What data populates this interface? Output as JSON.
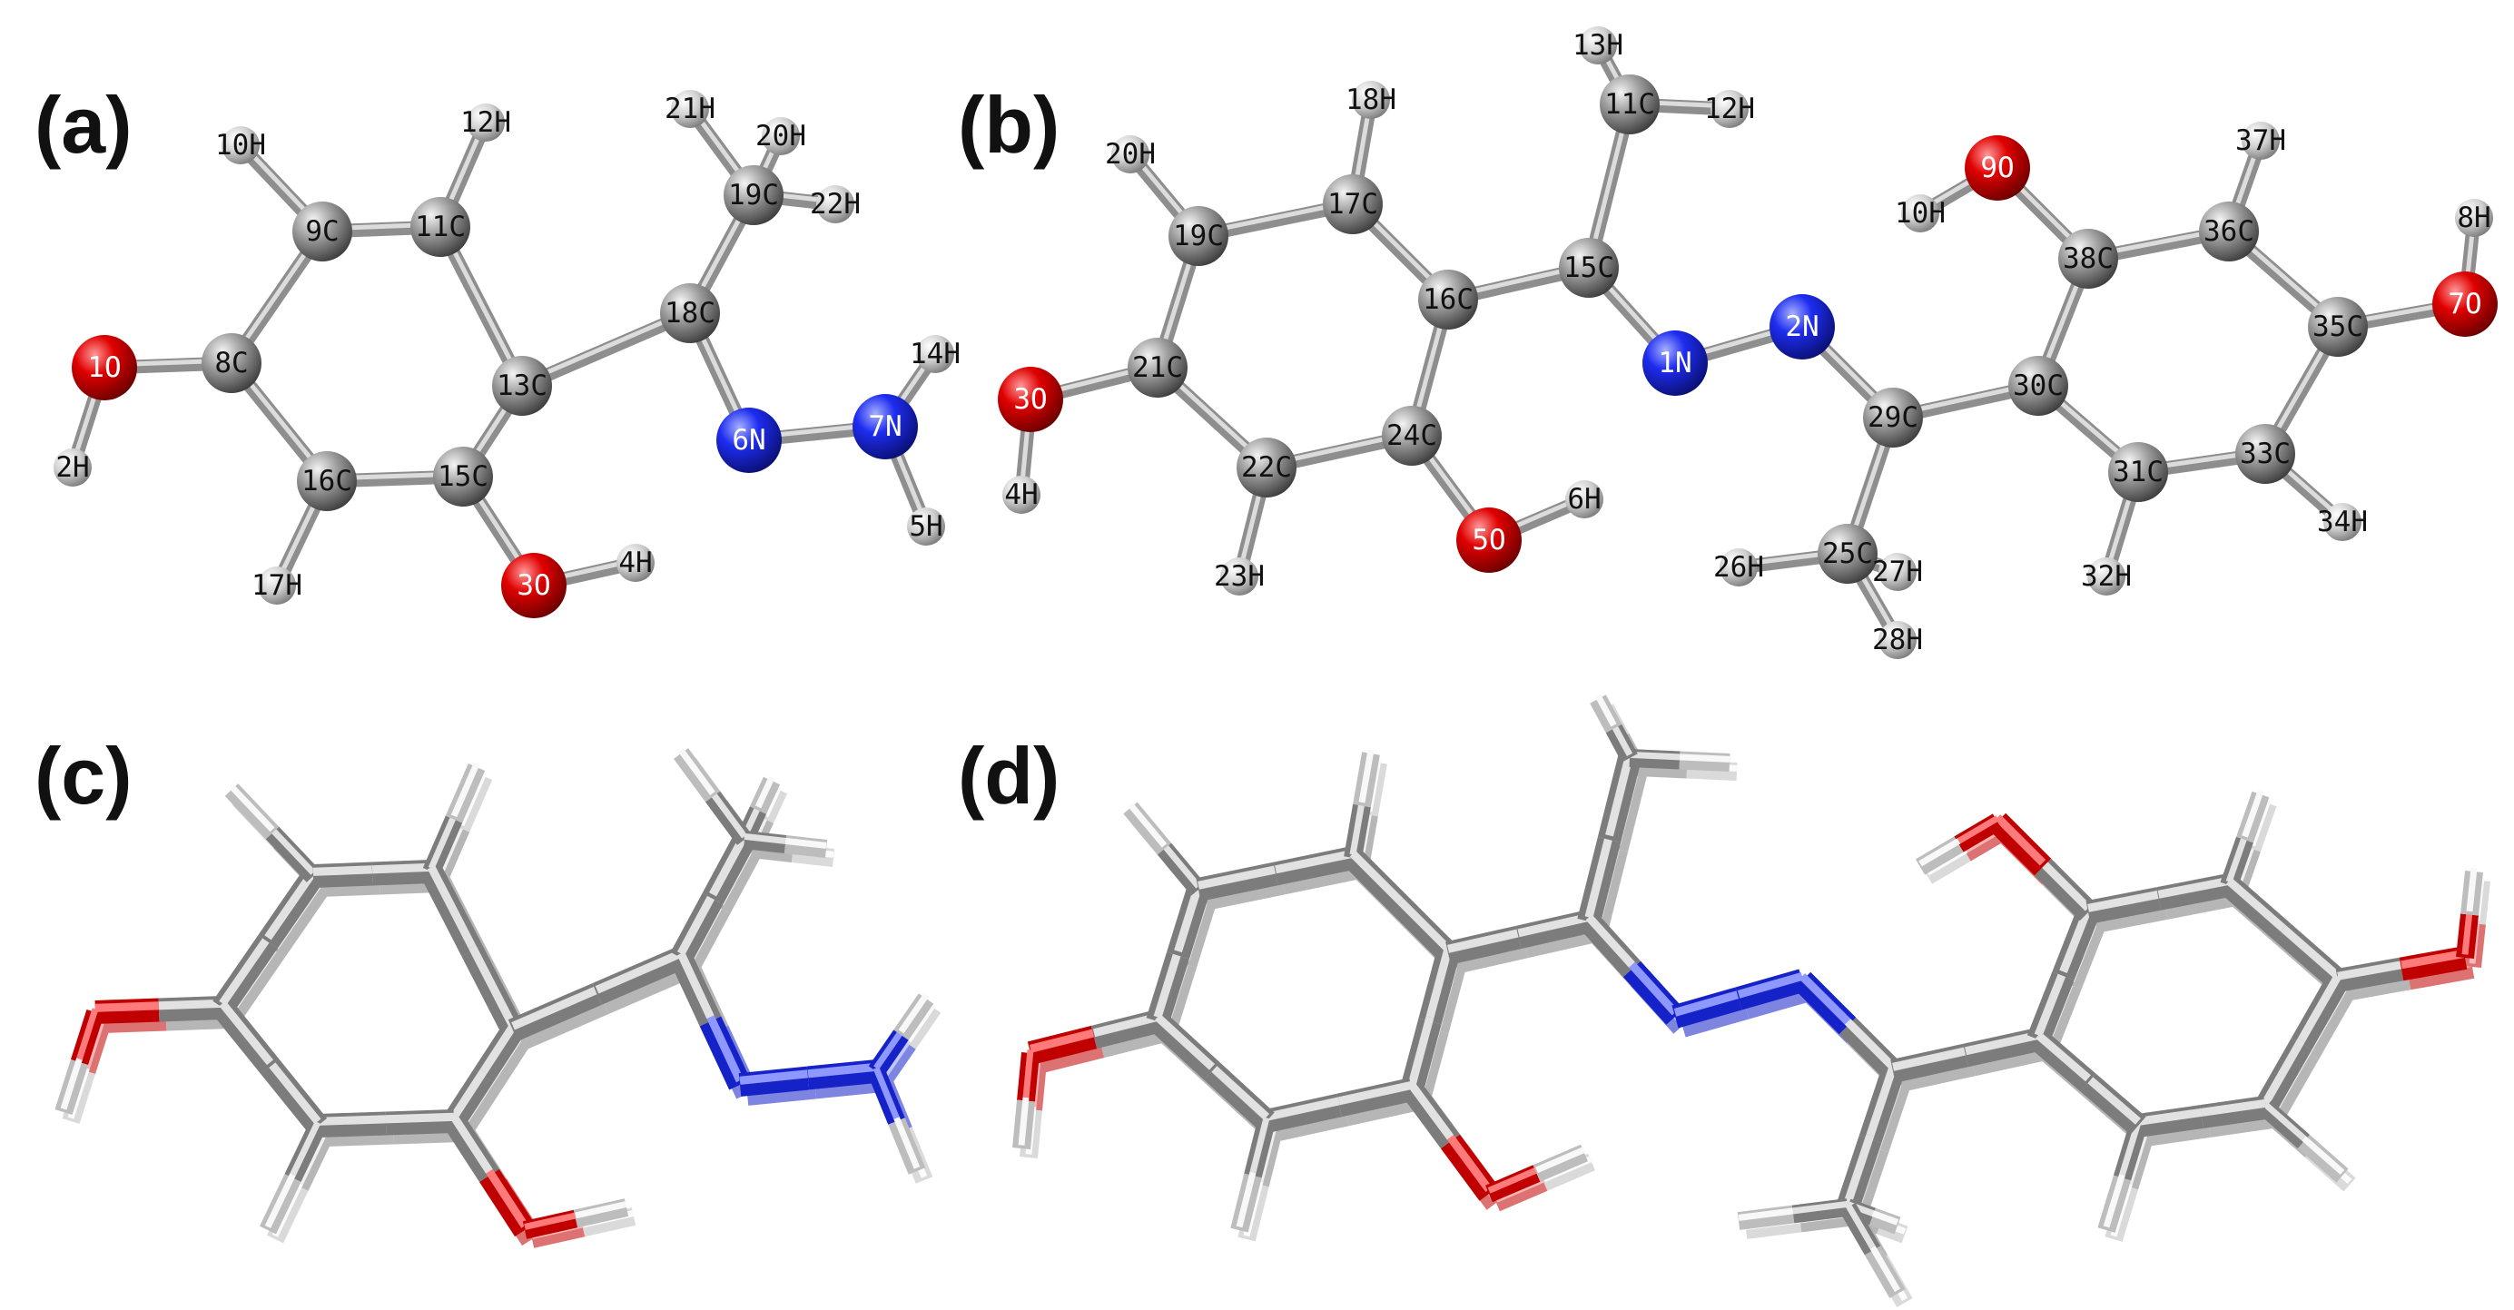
{
  "panels": [
    {
      "id": "a",
      "label": "(a)",
      "style": "ball-and-stick"
    },
    {
      "id": "b",
      "label": "(b)",
      "style": "ball-and-stick"
    },
    {
      "id": "c",
      "label": "(c)",
      "style": "tube"
    },
    {
      "id": "d",
      "label": "(d)",
      "style": "tube"
    }
  ],
  "colors": {
    "carbon": "#8a8a8a",
    "hydrogen": "#d2d2d2",
    "oxygen": "#d40000",
    "nitrogen": "#1a24d8",
    "bond": "#9c9c9c",
    "label": "#111111"
  },
  "atom_labels": {
    "a": [
      "1O",
      "2H",
      "3O",
      "4H",
      "5H",
      "6N",
      "7N",
      "8C",
      "9C",
      "10H",
      "11C",
      "12H",
      "13C",
      "14H",
      "15C",
      "16C",
      "17H",
      "18C",
      "19C",
      "20H",
      "21H",
      "22H"
    ],
    "b": [
      "1N",
      "2N",
      "3O",
      "4H",
      "5O",
      "6H",
      "7O",
      "8H",
      "9O",
      "10H",
      "11C",
      "12H",
      "13H",
      "15C",
      "16C",
      "17C",
      "18H",
      "19C",
      "20H",
      "21C",
      "22C",
      "23H",
      "24C",
      "25C",
      "26H",
      "27H",
      "28H",
      "29C",
      "30C",
      "31C",
      "32H",
      "33C",
      "34H",
      "35C",
      "36C",
      "37H",
      "38C"
    ]
  }
}
